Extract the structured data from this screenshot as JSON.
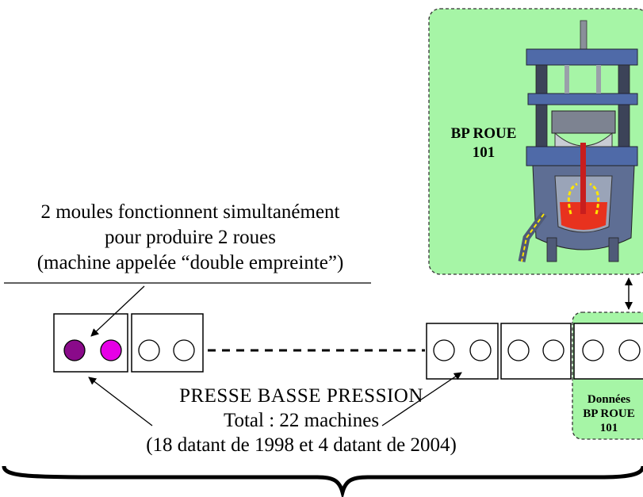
{
  "caption": {
    "line1": "2 moules  fonctionnent simultanément",
    "line2": "pour produire 2 roues",
    "line3": "(machine appelée “double empreinte”)"
  },
  "machine_panel": {
    "label_line1": "BP ROUE",
    "label_line2": "101"
  },
  "data_box": {
    "line1": "Données",
    "line2": "BP ROUE",
    "line3": "101"
  },
  "press": {
    "title": "PRESSE BASSE PRESSION",
    "total": "Total : 22 machines",
    "detail": "(18 datant de 1998 et 4 datant de 2004)"
  },
  "colors": {
    "panel_green": "#a6f5a6",
    "mould_purple": "#8a0a8a",
    "mould_magenta": "#e600e6"
  }
}
